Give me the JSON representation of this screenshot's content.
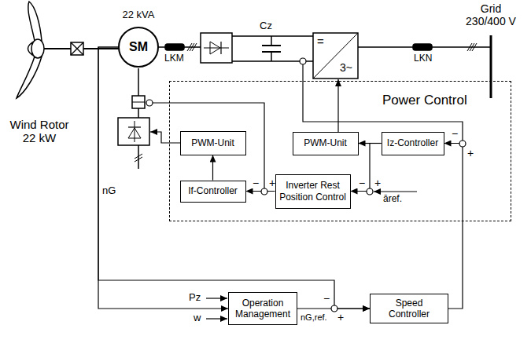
{
  "diagram": {
    "nodes": [
      {
        "text": [
          "22 kVA",
          "SM"
        ]
      },
      {
        "text": [
          "Power Control"
        ]
      },
      {
        "text": [
          "PWM-Unit"
        ],
        "in": 1
      },
      {
        "text": [
          "If-Controller"
        ],
        "in": 1
      },
      {
        "text": [
          "PWM-Unit"
        ],
        "in": 1
      },
      {
        "text": [
          "Iz-Controller"
        ],
        "in": 1
      },
      {
        "text": [
          "Inverter Rest Position Control"
        ],
        "in": 1
      },
      {
        "text": [
          "Operation Management"
        ]
      },
      {
        "text": [
          "Speed Controller"
        ]
      }
    ],
    "edges": [
      {
        "from": 3,
        "to": 2,
        "arrow": "to"
      },
      {
        "from": 6,
        "to": 3,
        "arrow": "to"
      },
      {
        "from": 5,
        "to": 4,
        "arrow": "to"
      },
      {
        "from": 5,
        "to": 6,
        "arrow": "to"
      },
      {
        "from": 8,
        "to": 5,
        "arrow": "to"
      },
      {
        "from": 7,
        "to": 8,
        "arrow": "to"
      },
      {
        "from": 0,
        "to": 7,
        "arrow": "to"
      },
      {
        "from": 0,
        "to": 8,
        "arrow": "to"
      }
    ],
    "labels": [
      "Wind Rotor 22 kW",
      "Grid 230/400 V",
      "LKM",
      "Cz",
      "=",
      "3~",
      "LKN",
      "nG",
      "Pz",
      "w",
      "nG,ref.",
      "āref.",
      "−",
      "+",
      "−",
      "+",
      "−",
      "+",
      "−",
      "+"
    ]
  }
}
